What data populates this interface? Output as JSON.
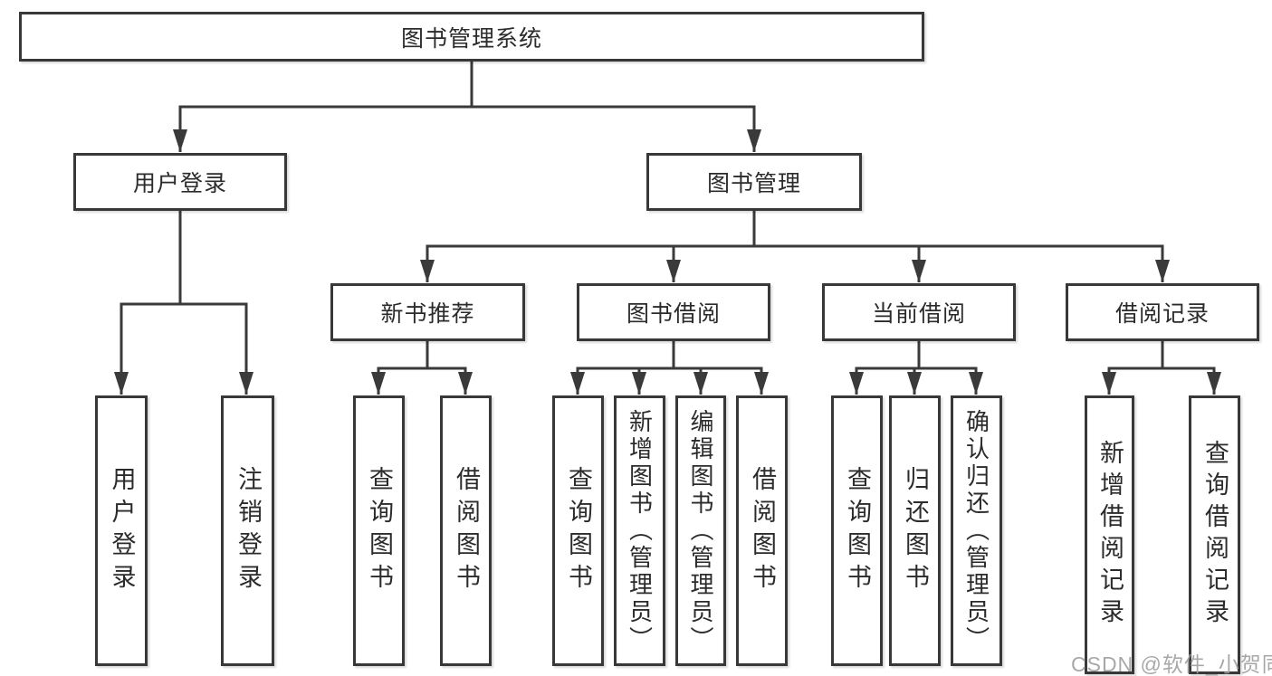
{
  "diagram": {
    "type": "hierarchy-tree",
    "nodes": {
      "root": {
        "label": "图书管理系统"
      },
      "level2": [
        {
          "label": "用户登录",
          "parent": "图书管理系统",
          "children": [
            "用户登录",
            "注销登录"
          ]
        },
        {
          "label": "图书管理",
          "parent": "图书管理系统",
          "children": [
            "新书推荐",
            "图书借阅",
            "当前借阅",
            "借阅记录"
          ]
        }
      ],
      "level3": [
        {
          "label": "新书推荐",
          "parent": "图书管理",
          "children": [
            "查询图书",
            "借阅图书"
          ]
        },
        {
          "label": "图书借阅",
          "parent": "图书管理",
          "children": [
            "查询图书",
            "新增图书（管理员）",
            "编辑图书（管理员）",
            "借阅图书"
          ]
        },
        {
          "label": "当前借阅",
          "parent": "图书管理",
          "children": [
            "查询图书",
            "归还图书",
            "确认归还（管理员）"
          ]
        },
        {
          "label": "借阅记录",
          "parent": "图书管理",
          "children": [
            "新增借阅记录",
            "查询借阅记录"
          ]
        }
      ],
      "leaves": [
        {
          "label": "用户登录",
          "parent": "用户登录"
        },
        {
          "label": "注销登录",
          "parent": "用户登录"
        },
        {
          "label": "查询图书",
          "parent": "新书推荐"
        },
        {
          "label": "借阅图书",
          "parent": "新书推荐"
        },
        {
          "label": "查询图书",
          "parent": "图书借阅"
        },
        {
          "label": "新增图书（管理员）",
          "parent": "图书借阅"
        },
        {
          "label": "编辑图书（管理员）",
          "parent": "图书借阅"
        },
        {
          "label": "借阅图书",
          "parent": "图书借阅"
        },
        {
          "label": "查询图书",
          "parent": "当前借阅"
        },
        {
          "label": "归还图书",
          "parent": "当前借阅"
        },
        {
          "label": "确认归还（管理员）",
          "parent": "当前借阅"
        },
        {
          "label": "新增借阅记录",
          "parent": "借阅记录"
        },
        {
          "label": "查询借阅记录",
          "parent": "借阅记录"
        }
      ]
    },
    "colors": {
      "border": "#383838",
      "line": "#3a3a3a",
      "text": "#2b2b2b",
      "background": "#ffffff",
      "watermark": "#9e9e9e"
    }
  },
  "watermark": {
    "text": "CSDN @软件_小贺同学"
  }
}
